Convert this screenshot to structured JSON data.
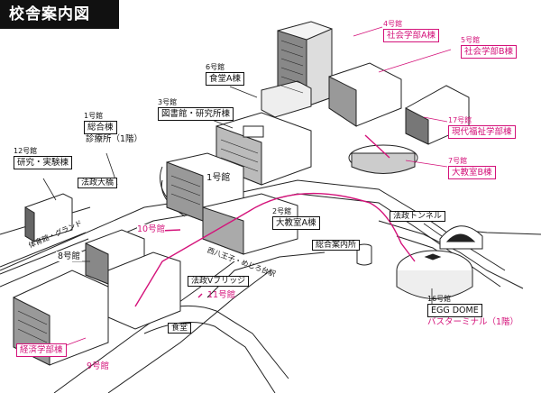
{
  "title": "校舎案内図",
  "labels": {
    "b4": {
      "number": "4号館",
      "name": "社会学部A棟"
    },
    "b5": {
      "number": "5号館",
      "name": "社会学部B棟"
    },
    "b6": {
      "number": "6号館",
      "name": "食堂A棟"
    },
    "b3": {
      "number": "3号館",
      "name": "図書館・研究所棟"
    },
    "b1": {
      "number": "1号館",
      "name": "総合棟",
      "sub": "診療所（1階）"
    },
    "b17": {
      "number": "17号館",
      "name": "現代福祉学部棟"
    },
    "b12": {
      "number": "12号館",
      "name": "研究・実験棟"
    },
    "b7": {
      "number": "7号館",
      "name": "大教室B棟"
    },
    "b1_center": "1号館",
    "ohashi": "法政大橋",
    "b2": {
      "number": "2号館",
      "name": "大教室A棟"
    },
    "tunnel": "法政トンネル",
    "b10": "10号館",
    "info_office": "総合案内所",
    "b8": "8号館",
    "gym_ground": "体育館・グランド",
    "station_route": "西八王子・めじろ台駅",
    "v_bridge": "法政Vブリッジ",
    "b11": "11号館",
    "b16": {
      "number": "16号館",
      "name": "EGG DOME",
      "sub": "バスターミナル（1階）"
    },
    "cafeteria": "食堂",
    "econ": "経済学部棟",
    "b9": "9号館"
  },
  "colors": {
    "accent": "#d4127a",
    "title_bg": "#111111"
  }
}
